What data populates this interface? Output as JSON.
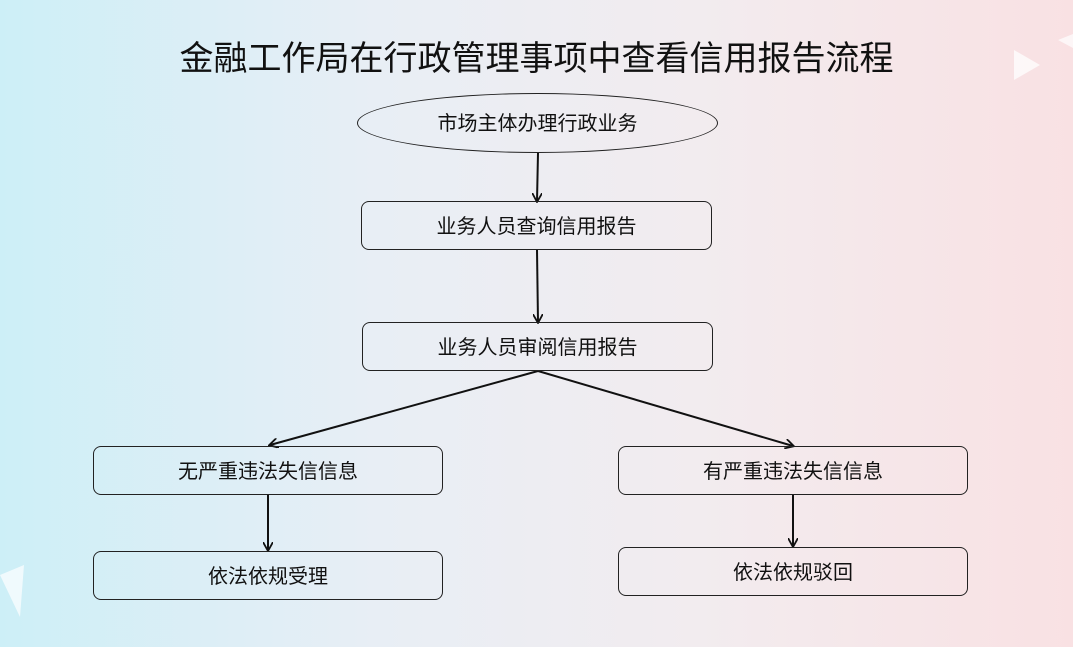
{
  "title": "金融工作局在行政管理事项中查看信用报告流程",
  "nodes": {
    "start": "市场主体办理行政业务",
    "query": "业务人员查询信用报告",
    "review": "业务人员审阅信用报告",
    "no_violation": "无严重违法失信信息",
    "has_violation": "有严重违法失信信息",
    "accept": "依法依规受理",
    "reject": "依法依规驳回"
  },
  "colors": {
    "background_left": "#cdeff7",
    "background_right": "#f9e1e3",
    "stroke": "#222222",
    "text": "#111111"
  }
}
